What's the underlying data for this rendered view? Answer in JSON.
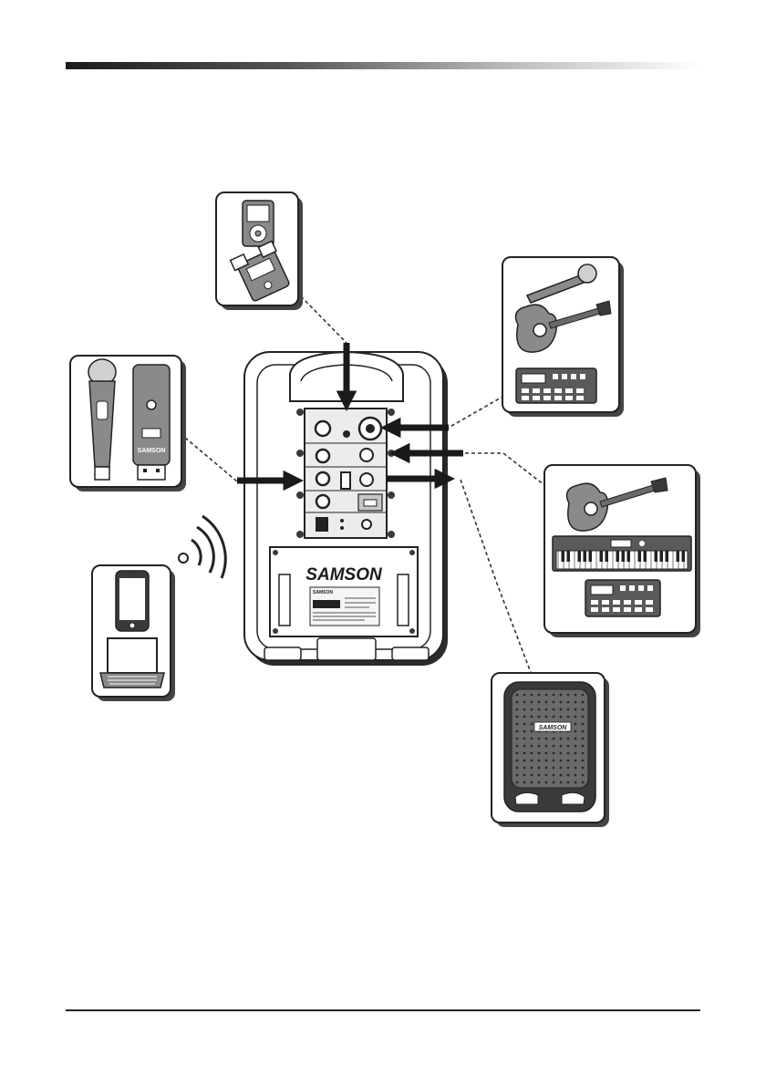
{
  "speaker": {
    "brand": "SAMSON",
    "label_brand": "SAMSON"
  },
  "wireless_mic": {
    "receiver_brand": "SAMSON"
  },
  "monitor_speaker": {
    "brand": "SAMSON"
  },
  "colors": {
    "line": "#222222",
    "arrow": "#1a1a1a",
    "device_gray": "#8a8a8a",
    "panel_bg": "#e8e8e8"
  },
  "icons": [
    "ipod-icon",
    "recorder-icon",
    "wireless-mic-icon",
    "usb-receiver-icon",
    "wireless-signal-icon",
    "smartphone-icon",
    "laptop-icon",
    "microphone-icon",
    "acoustic-guitar-icon",
    "drum-machine-icon",
    "keyboard-icon",
    "speaker-icon"
  ]
}
